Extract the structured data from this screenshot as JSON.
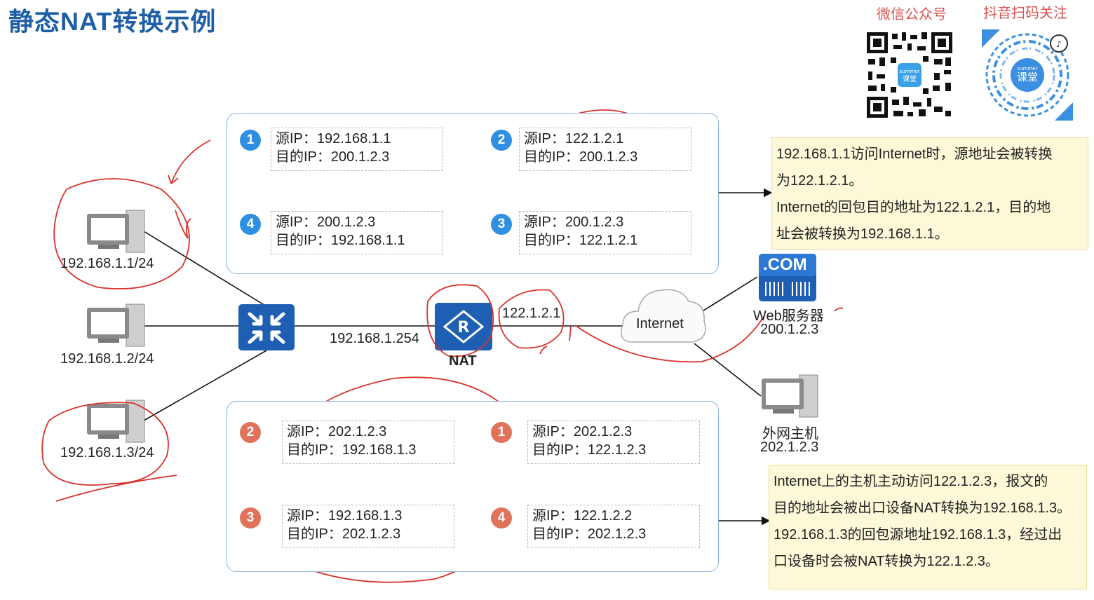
{
  "title": "静态NAT转换示例",
  "qr": {
    "wechat_label": "微信公众号",
    "douyin_label": "抖音扫码关注",
    "logo_small": "summer",
    "logo_main": "课堂"
  },
  "hosts": {
    "pc1": "192.168.1.1/24",
    "pc2": "192.168.1.2/24",
    "pc3": "192.168.1.3/24"
  },
  "devices": {
    "switch_ip": "192.168.1.254",
    "nat_label": "NAT",
    "nat_public_ip": "122.1.2.1",
    "internet_label": "Internet",
    "web_icon_text": ".COM",
    "web_label": "Web服务器",
    "web_ip": "200.1.2.3",
    "ext_label": "外网主机",
    "ext_ip": "202.1.2.3"
  },
  "top_panel": {
    "packets": [
      {
        "badge": "1",
        "src": "源IP：192.168.1.1",
        "dst": "目的IP：200.1.2.3"
      },
      {
        "badge": "2",
        "src": "源IP：122.1.2.1",
        "dst": "目的IP：200.1.2.3"
      },
      {
        "badge": "4",
        "src": "源IP：200.1.2.3",
        "dst": "目的IP：192.168.1.1"
      },
      {
        "badge": "3",
        "src": "源IP：200.1.2.3",
        "dst": "目的IP：122.1.2.1"
      }
    ]
  },
  "bottom_panel": {
    "packets": [
      {
        "badge": "2",
        "src": "源IP：202.1.2.3",
        "dst": "目的IP：192.168.1.3"
      },
      {
        "badge": "1",
        "src": "源IP：202.1.2.3",
        "dst": "目的IP：122.1.2.3"
      },
      {
        "badge": "3",
        "src": "源IP：192.168.1.3",
        "dst": "目的IP：202.1.2.3"
      },
      {
        "badge": "4",
        "src": "源IP：122.1.2.2",
        "dst": "目的IP：202.1.2.3"
      }
    ]
  },
  "notes": {
    "top": [
      "192.168.1.1访问Internet时，源地址会被转换",
      "为122.1.2.1。",
      "Internet的回包目的地址为122.1.2.1，目的地",
      "址会被转换为192.168.1.1。"
    ],
    "bottom": [
      "Internet上的主机主动访问122.1.2.3，报文的",
      "目的地址会被出口设备NAT转换为192.168.1.3。",
      "192.168.1.3的回包源地址192.168.1.3，经过出",
      "口设备时会被NAT转换为122.1.2.3。"
    ]
  },
  "colors": {
    "title": "#1f5fa8",
    "blue_badge": "#2f8fe0",
    "red_badge": "#e0735a",
    "device_blue": "#1e5fb3",
    "annotation_red": "#d8332b"
  }
}
